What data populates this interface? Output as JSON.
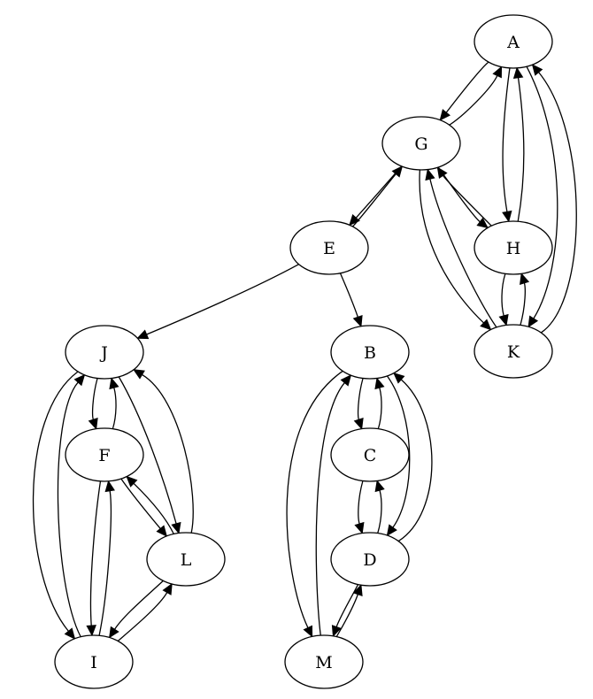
{
  "graph": {
    "directed": true,
    "nodes": [
      {
        "id": "A",
        "label": "A"
      },
      {
        "id": "G",
        "label": "G"
      },
      {
        "id": "E",
        "label": "E"
      },
      {
        "id": "H",
        "label": "H"
      },
      {
        "id": "K",
        "label": "K"
      },
      {
        "id": "J",
        "label": "J"
      },
      {
        "id": "B",
        "label": "B"
      },
      {
        "id": "F",
        "label": "F"
      },
      {
        "id": "C",
        "label": "C"
      },
      {
        "id": "L",
        "label": "L"
      },
      {
        "id": "D",
        "label": "D"
      },
      {
        "id": "I",
        "label": "I"
      },
      {
        "id": "M",
        "label": "M"
      }
    ],
    "edges": [
      {
        "from": "A",
        "to": "G"
      },
      {
        "from": "G",
        "to": "A"
      },
      {
        "from": "A",
        "to": "H"
      },
      {
        "from": "H",
        "to": "A"
      },
      {
        "from": "A",
        "to": "K"
      },
      {
        "from": "K",
        "to": "A"
      },
      {
        "from": "G",
        "to": "E"
      },
      {
        "from": "E",
        "to": "G"
      },
      {
        "from": "G",
        "to": "H"
      },
      {
        "from": "H",
        "to": "G"
      },
      {
        "from": "G",
        "to": "K"
      },
      {
        "from": "K",
        "to": "G"
      },
      {
        "from": "H",
        "to": "K"
      },
      {
        "from": "K",
        "to": "H"
      },
      {
        "from": "E",
        "to": "J"
      },
      {
        "from": "E",
        "to": "B"
      },
      {
        "from": "J",
        "to": "F"
      },
      {
        "from": "F",
        "to": "J"
      },
      {
        "from": "J",
        "to": "L"
      },
      {
        "from": "L",
        "to": "J"
      },
      {
        "from": "J",
        "to": "I"
      },
      {
        "from": "I",
        "to": "J"
      },
      {
        "from": "F",
        "to": "L"
      },
      {
        "from": "L",
        "to": "F"
      },
      {
        "from": "F",
        "to": "I"
      },
      {
        "from": "I",
        "to": "F"
      },
      {
        "from": "L",
        "to": "I"
      },
      {
        "from": "I",
        "to": "L"
      },
      {
        "from": "B",
        "to": "C"
      },
      {
        "from": "C",
        "to": "B"
      },
      {
        "from": "B",
        "to": "D"
      },
      {
        "from": "D",
        "to": "B"
      },
      {
        "from": "B",
        "to": "M"
      },
      {
        "from": "M",
        "to": "B"
      },
      {
        "from": "C",
        "to": "D"
      },
      {
        "from": "D",
        "to": "C"
      },
      {
        "from": "D",
        "to": "M"
      },
      {
        "from": "M",
        "to": "D"
      }
    ]
  }
}
